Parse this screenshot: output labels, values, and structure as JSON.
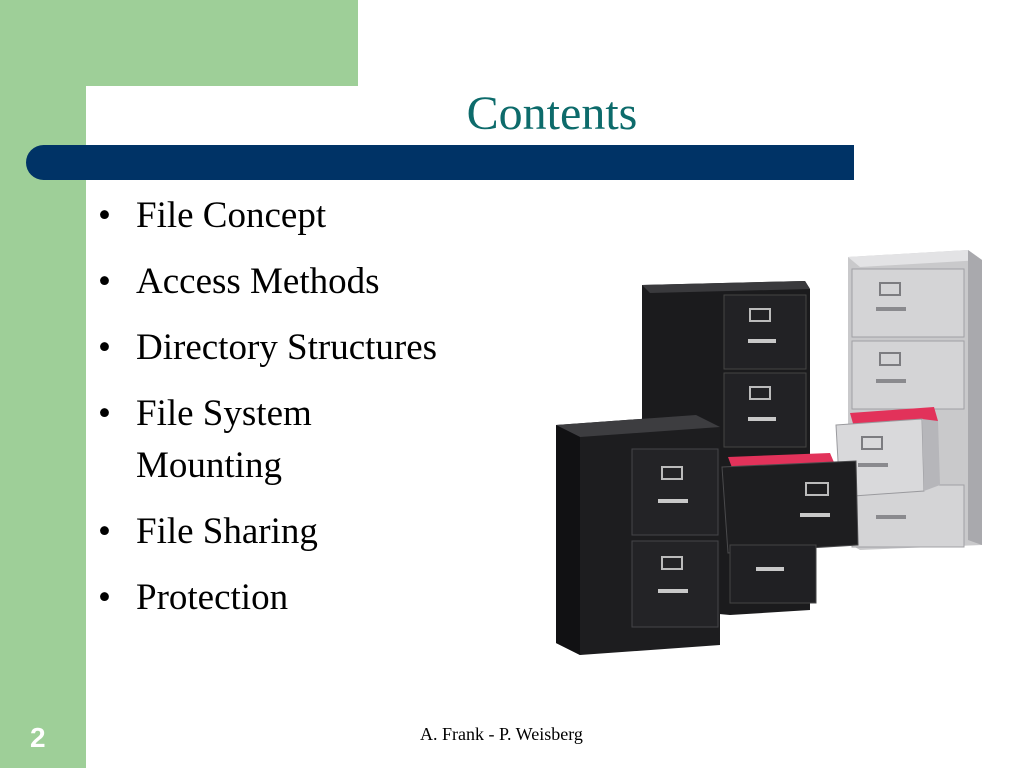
{
  "slide": {
    "title": "Contents",
    "bullets": [
      "File Concept",
      "Access Methods",
      "Directory Structures",
      "File System",
      "Mounting",
      "File Sharing",
      "Protection"
    ],
    "footer": "A. Frank - P.  Weisberg",
    "page_number": "2",
    "image_icon": "filing-cabinets-icon"
  },
  "colors": {
    "green": "#9ecf98",
    "title_bar": "#003366",
    "title_text": "#0d6b6b"
  }
}
